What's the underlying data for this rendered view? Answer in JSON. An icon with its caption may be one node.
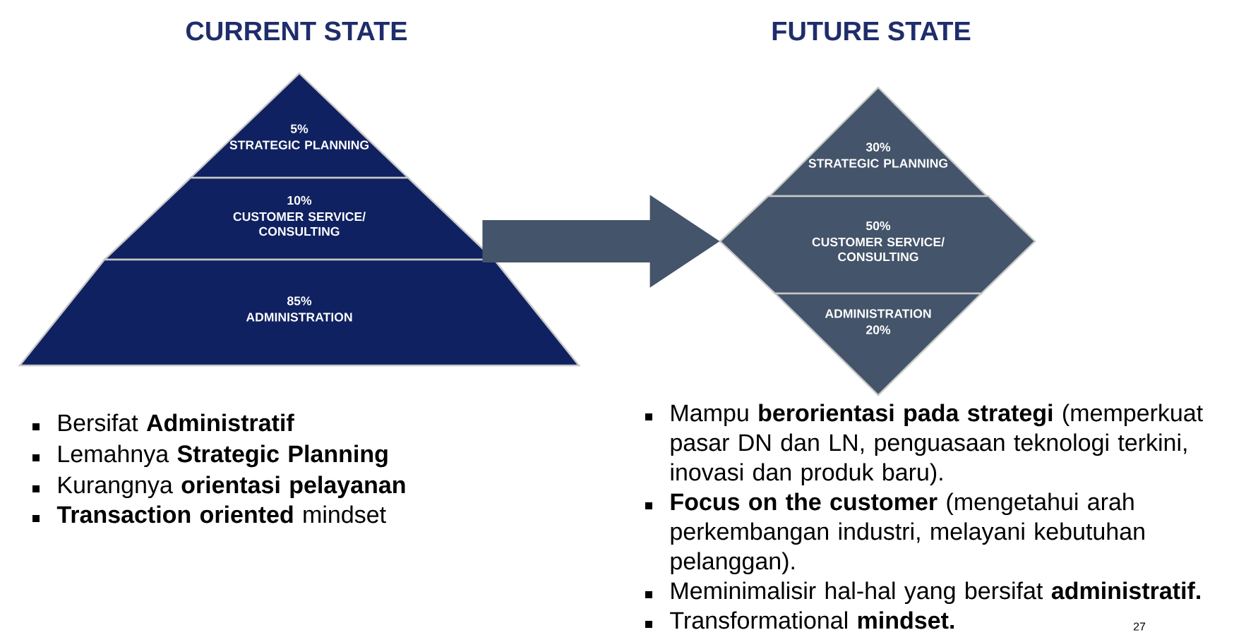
{
  "diagram": {
    "nodes": [
      {
        "text": [
          "5%",
          "STRATEGIC PLANNING"
        ]
      },
      {
        "text": [
          "10%",
          "CUSTOMER SERVICE/ CONSULTING"
        ]
      },
      {
        "text": [
          "85%",
          "ADMINISTRATION"
        ]
      },
      {
        "text": [
          "30%",
          "STRATEGIC PLANNING"
        ]
      },
      {
        "text": [
          "50%",
          "CUSTOMER SERVICE/ CONSULTING"
        ]
      },
      {
        "text": [
          "ADMINISTRATION",
          "20%"
        ]
      }
    ],
    "edges": [
      {
        "from": 1,
        "to": 4,
        "arrow": "to"
      }
    ],
    "labels": [
      "CURRENT STATE",
      "FUTURE STATE",
      "Bersifat **Administratif**",
      "Lemahnya **Strategic Planning**",
      "Kurangnya **orientasi pelayanan**",
      "**Transaction oriented** mindset",
      "Mampu **berorientasi pada strategi** (memperkuat pasar DN dan LN, penguasaan teknologi terkini, inovasi dan produk baru).",
      "**Focus on the customer** (mengetahui arah perkembangan industri, melayani kebutuhan pelanggan).",
      "Meminimalisir hal-hal yang bersifat **administratif.**",
      "Transformational **mindset.**",
      "27"
    ]
  }
}
